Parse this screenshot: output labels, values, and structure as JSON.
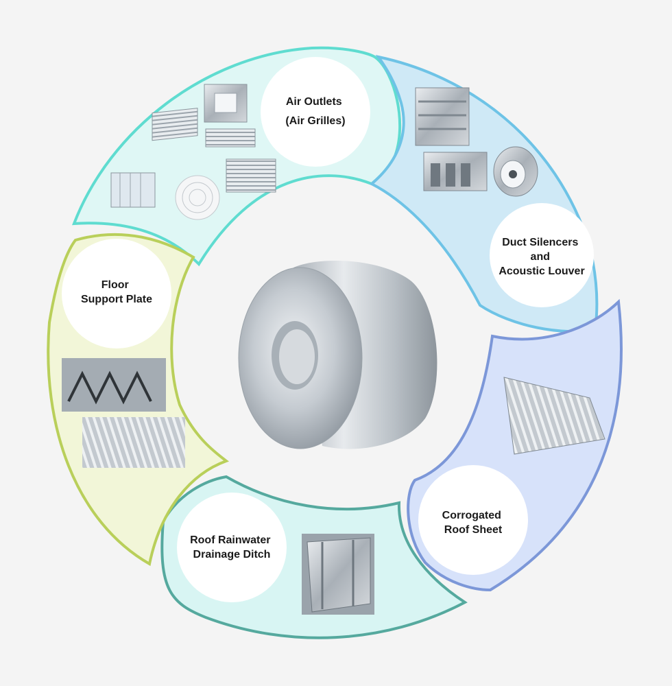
{
  "segments": [
    {
      "id": "air-outlets",
      "lines": [
        "Air Outlets",
        "(Air Grilles)"
      ],
      "fill": "#dff7f5",
      "stroke": "#5fdcd0"
    },
    {
      "id": "duct-silencers",
      "lines": [
        "Duct Silencers",
        "and",
        "Acoustic Louver"
      ],
      "fill": "#cfe9f6",
      "stroke": "#6ec3e6"
    },
    {
      "id": "corrugated-roof",
      "lines": [
        "Corrogated",
        "Roof Sheet"
      ],
      "fill": "#d7e2fa",
      "stroke": "#7c97d8"
    },
    {
      "id": "roof-drainage",
      "lines": [
        "Roof Rainwater",
        "Drainage Ditch"
      ],
      "fill": "#d8f5f3",
      "stroke": "#55a99e"
    },
    {
      "id": "floor-support",
      "lines": [
        "Floor",
        "Support Plate"
      ],
      "fill": "#f2f6d8",
      "stroke": "#b9cf5a"
    }
  ],
  "colors": {
    "background": "#f4f4f4",
    "coil": "#c9ced3"
  }
}
